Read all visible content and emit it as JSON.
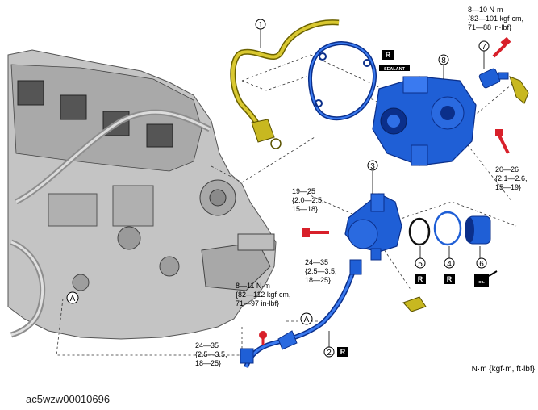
{
  "callouts": {
    "c1": "1",
    "c2": "2",
    "c3": "3",
    "c4": "4",
    "c5": "5",
    "c6": "6",
    "c7": "7",
    "c8": "8",
    "A": "A"
  },
  "torque": {
    "bolt7": [
      "8—10 N·m",
      "{82—101 kgf·cm,",
      "71—88 in·lbf}"
    ],
    "bolt8": [
      "20—26",
      "{2.1—2.6,",
      "15—19}"
    ],
    "bolt3": [
      "19—25",
      "{2.0—2.5,",
      "15—18}"
    ],
    "pipe_upper": [
      "24—35",
      "{2.5—3.5,",
      "18—25}"
    ],
    "bolt_lower": [
      "8—11 N·m",
      "{82—112 kgf·cm,",
      "71—97 in·lbf}"
    ],
    "pipe_lower": [
      "24—35",
      "{2.5—3.5,",
      "18—25}"
    ]
  },
  "tags": {
    "R": "R",
    "sealant": "SEALANT",
    "oil": "OIL"
  },
  "units": "N·m {kgf·m, ft·lbf}",
  "figure_id": "ac5wzw00010696",
  "colors": {
    "part_blue": "#1f5fd6",
    "part_dark_blue": "#0b2f8a",
    "pipe_yellow": "#c8b820",
    "bolt_red": "#d8202a",
    "engine_gray": "#b8b8b8"
  }
}
